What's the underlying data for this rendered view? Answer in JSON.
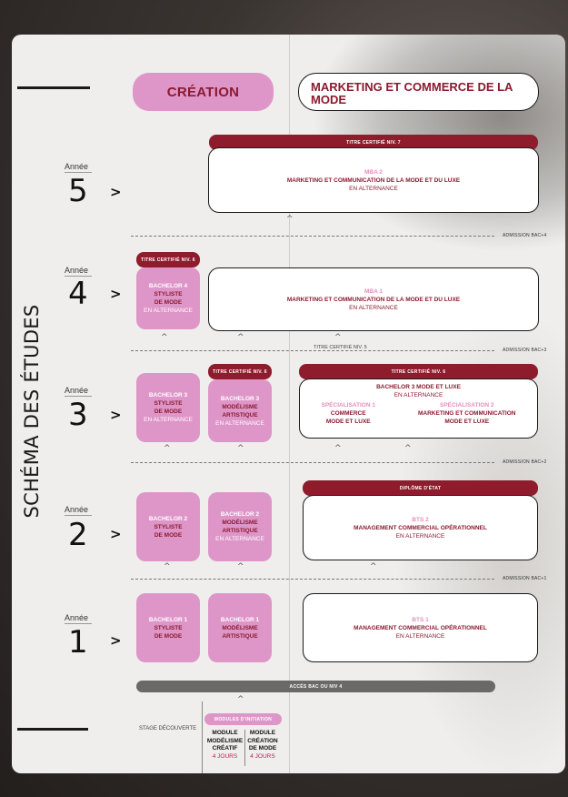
{
  "title": "SCHÉMA DES ÉTUDES",
  "columns": {
    "creation": "CRÉATION",
    "marketing": "MARKETING ET COMMERCE DE LA MODE"
  },
  "year_word": "Année",
  "arrow": ">",
  "caret": "^",
  "years": [
    "5",
    "4",
    "3",
    "2",
    "1"
  ],
  "admissions": [
    "ADMISSION BAC+4",
    "ADMISSION BAC+3",
    "ADMISSION BAC+2",
    "ADMISSION BAC+1"
  ],
  "titre_niv5": "TITRE CERTIFIÉ NIV. 5",
  "year5": {
    "banner": "TITRE CERTIFIÉ NIV. 7",
    "l1": "MBA 2",
    "l2": "MARKETING ET COMMUNICATION DE LA MODE ET DU LUXE",
    "alt": "EN ALTERNANCE"
  },
  "year4": {
    "banner_left": "TITRE CERTIFIÉ NIV. 6",
    "bachelor": {
      "l1": "BACHELOR 4",
      "l2": "STYLISTE",
      "l3": "DE MODE",
      "alt": "EN ALTERNANCE"
    },
    "mba": {
      "l1": "MBA 1",
      "l2": "MARKETING ET COMMUNICATION DE LA MODE ET DU LUXE",
      "alt": "EN ALTERNANCE"
    }
  },
  "year3": {
    "banner_mid": "TITRE CERTIFIÉ NIV. 6",
    "banner_right": "TITRE CERTIFIÉ NIV. 6",
    "styliste": {
      "l1": "BACHELOR 3",
      "l2": "STYLISTE",
      "l3": "DE MODE",
      "alt": "EN ALTERNANCE"
    },
    "modelisme": {
      "l1": "BACHELOR 3",
      "l2": "MODÉLISME",
      "l3": "ARTISTIQUE",
      "alt": "EN ALTERNANCE"
    },
    "marketing": {
      "head": "BACHELOR 3 MODE ET LUXE",
      "alt": "EN ALTERNANCE",
      "spec1_title": "SPÉCIALISATION 1",
      "spec1_l1": "COMMERCE",
      "spec1_l2": "MODE ET LUXE",
      "spec2_title": "SPÉCIALISATION 2",
      "spec2_l1": "MARKETING ET COMMUNICATION",
      "spec2_l2": "MODE ET LUXE"
    }
  },
  "year2": {
    "banner_right": "DIPLÔME D'ÉTAT",
    "styliste": {
      "l1": "BACHELOR 2",
      "l2": "STYLISTE",
      "l3": "DE MODE"
    },
    "modelisme": {
      "l1": "BACHELOR 2",
      "l2": "MODÉLISME",
      "l3": "ARTISTIQUE",
      "alt": "EN ALTERNANCE"
    },
    "bts": {
      "l1": "BTS 2",
      "l2": "MANAGEMENT COMMERCIAL OPÉRATIONNEL",
      "alt": "EN ALTERNANCE"
    }
  },
  "year1": {
    "styliste": {
      "l1": "BACHELOR 1",
      "l2": "STYLISTE",
      "l3": "DE MODE"
    },
    "modelisme": {
      "l1": "BACHELOR 1",
      "l2": "MODÉLISME",
      "l3": "ARTISTIQUE"
    },
    "bts": {
      "l1": "BTS 1",
      "l2": "MANAGEMENT COMMERCIAL OPÉRATIONNEL",
      "alt": "EN ALTERNANCE"
    }
  },
  "acces": "ACCÈS BAC OU NIV 4",
  "stage": "STAGE DÉCOUVERTE",
  "modules": {
    "banner": "MODULES D'INITIATION",
    "m1_l1": "MODULE",
    "m1_l2": "MODÉLISME",
    "m1_l3": "CRÉATIF",
    "m1_days": "4 JOURS",
    "m2_l1": "MODULE",
    "m2_l2": "CRÉATION",
    "m2_l3": "DE MODE",
    "m2_days": "4 JOURS"
  }
}
